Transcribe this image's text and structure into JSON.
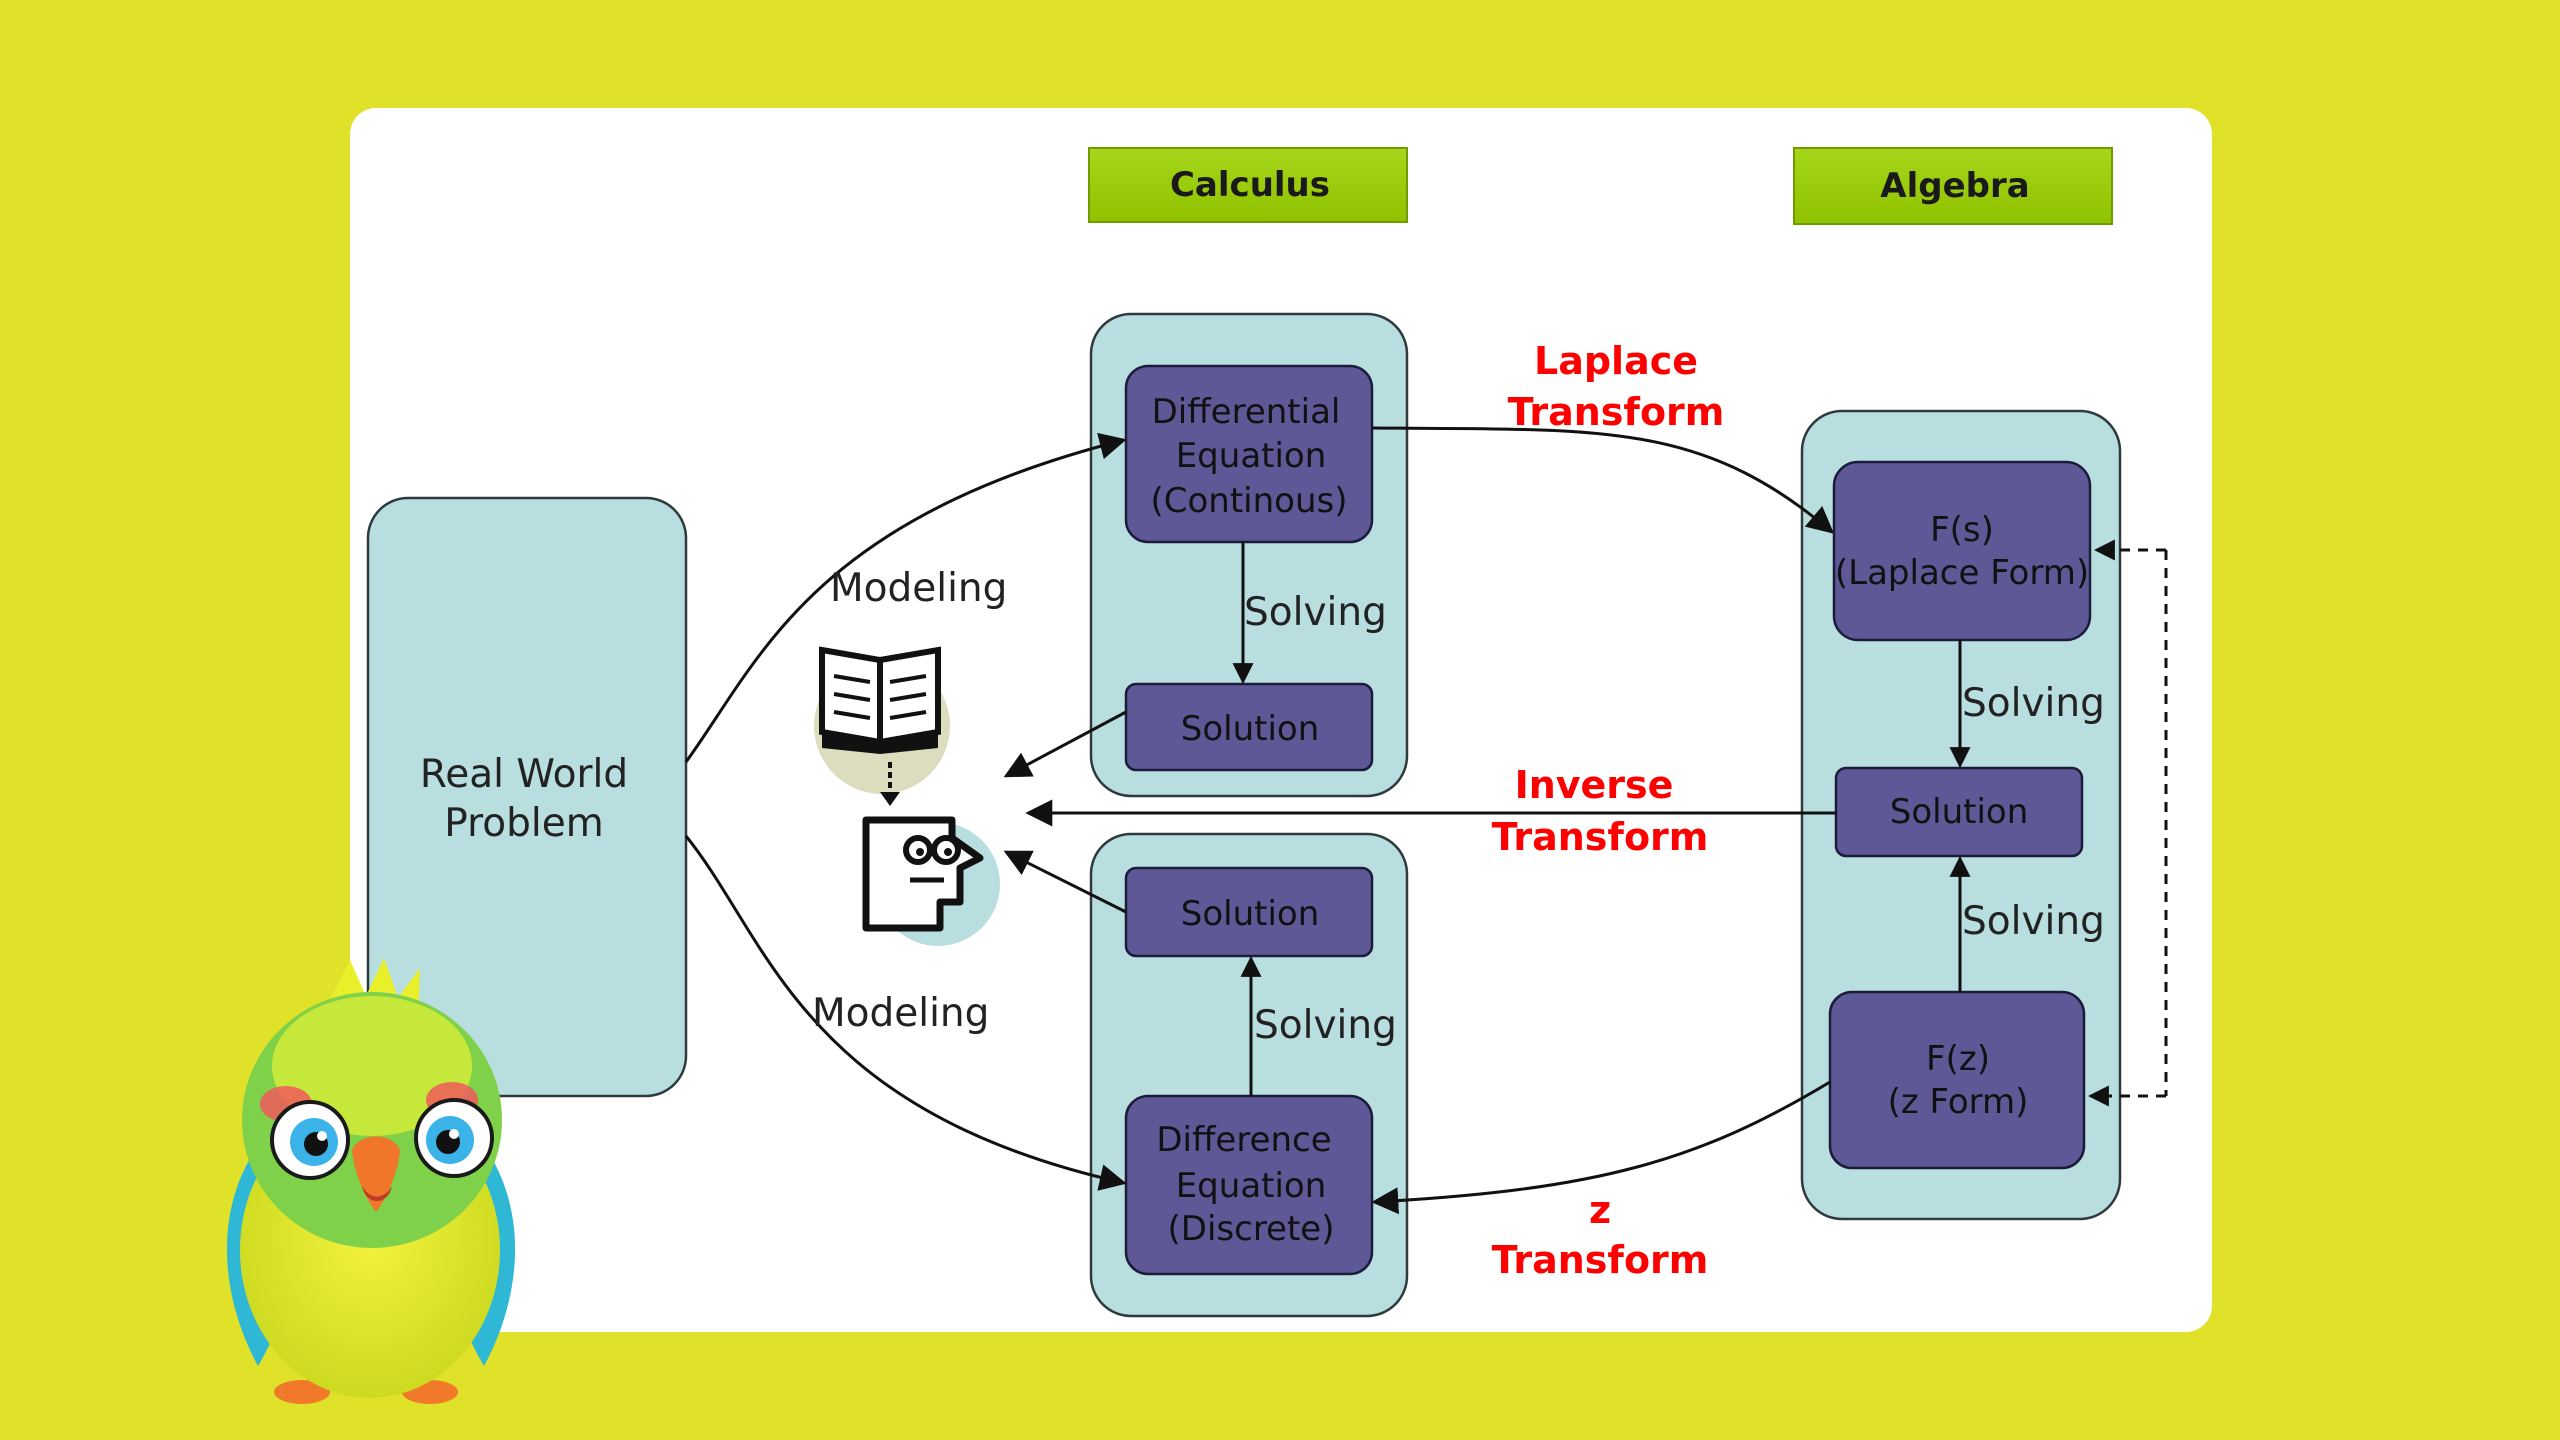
{
  "headers": {
    "calculus": "Calculus",
    "algebra": "Algebra"
  },
  "real_world": [
    "Real World",
    "Problem"
  ],
  "calculus": {
    "diff_eq": [
      "Differential",
      "Equation",
      "(Continous)"
    ],
    "solution_top": "Solution",
    "solution_bottom": "Solution",
    "diff_eq_discrete": [
      "Difference",
      "Equation",
      "(Discrete)"
    ],
    "solving_top": "Solving",
    "solving_bottom": "Solving"
  },
  "algebra": {
    "fs": [
      "F(s)",
      "(Laplace Form)"
    ],
    "solution": "Solution",
    "fz": [
      "F(z)",
      "(z Form)"
    ],
    "solving_top": "Solving",
    "solving_bottom": "Solving"
  },
  "transforms": {
    "laplace": [
      "Laplace",
      "Transform"
    ],
    "inverse": [
      "Inverse",
      "Transform"
    ],
    "z": [
      "z",
      "Transform"
    ]
  },
  "modeling_top": "Modeling",
  "modeling_bottom": "Modeling",
  "colors": {
    "page_bg": "#dfe229",
    "card_bg": "#ffffff",
    "group_fill": "#b8dee0",
    "node_fill": "#5e5896",
    "header_fill": "#9acd0a",
    "transform_text": "#ff0000"
  }
}
